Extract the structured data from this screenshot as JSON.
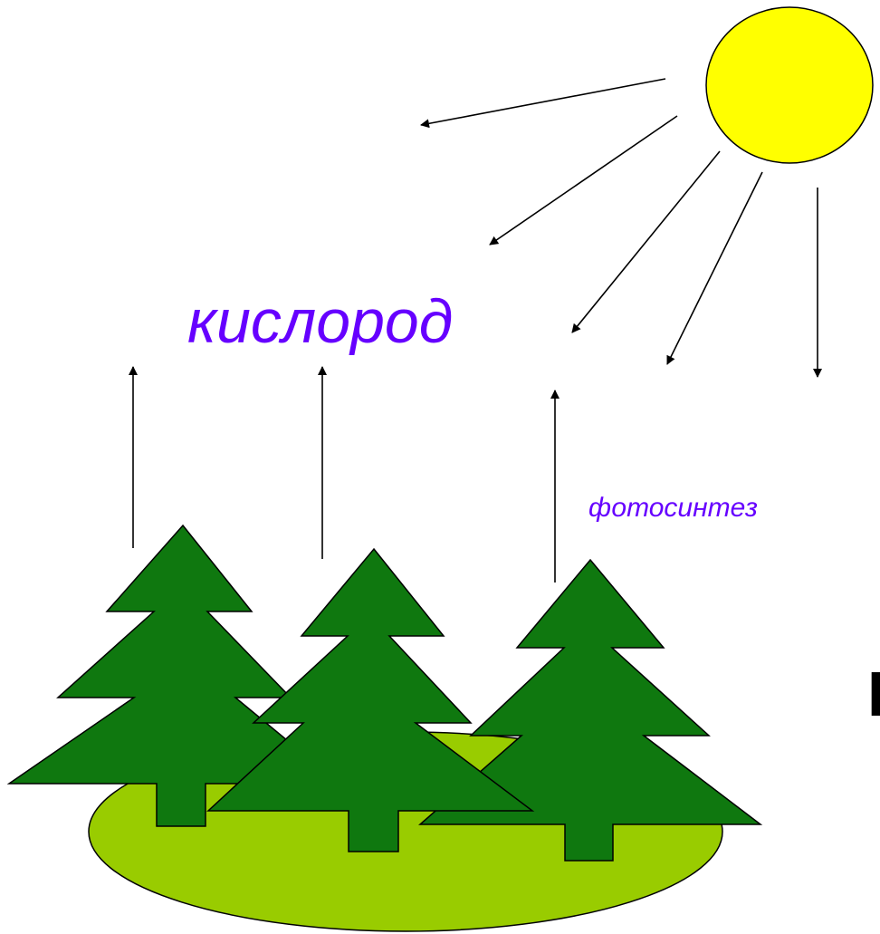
{
  "labels": {
    "oxygen": "кислород",
    "photosynthesis": "фотосинтез",
    "edge_glyph": "К"
  },
  "colors": {
    "background": "#ffffff",
    "sun_fill": "#ffff00",
    "tree_fill": "#0f780f",
    "meadow_fill": "#99cc00",
    "label_color": "#6600ff",
    "arrow_color": "#000000"
  },
  "elements": {
    "sun": "sun",
    "trees": [
      "spruce-tree-left",
      "spruce-tree-middle",
      "spruce-tree-right"
    ],
    "meadow": "meadow",
    "sun_rays": [
      "sun-ray-1",
      "sun-ray-2",
      "sun-ray-3",
      "sun-ray-4",
      "sun-ray-5"
    ],
    "oxygen_arrows": [
      "oxygen-arrow-left",
      "oxygen-arrow-middle",
      "oxygen-arrow-right"
    ]
  }
}
